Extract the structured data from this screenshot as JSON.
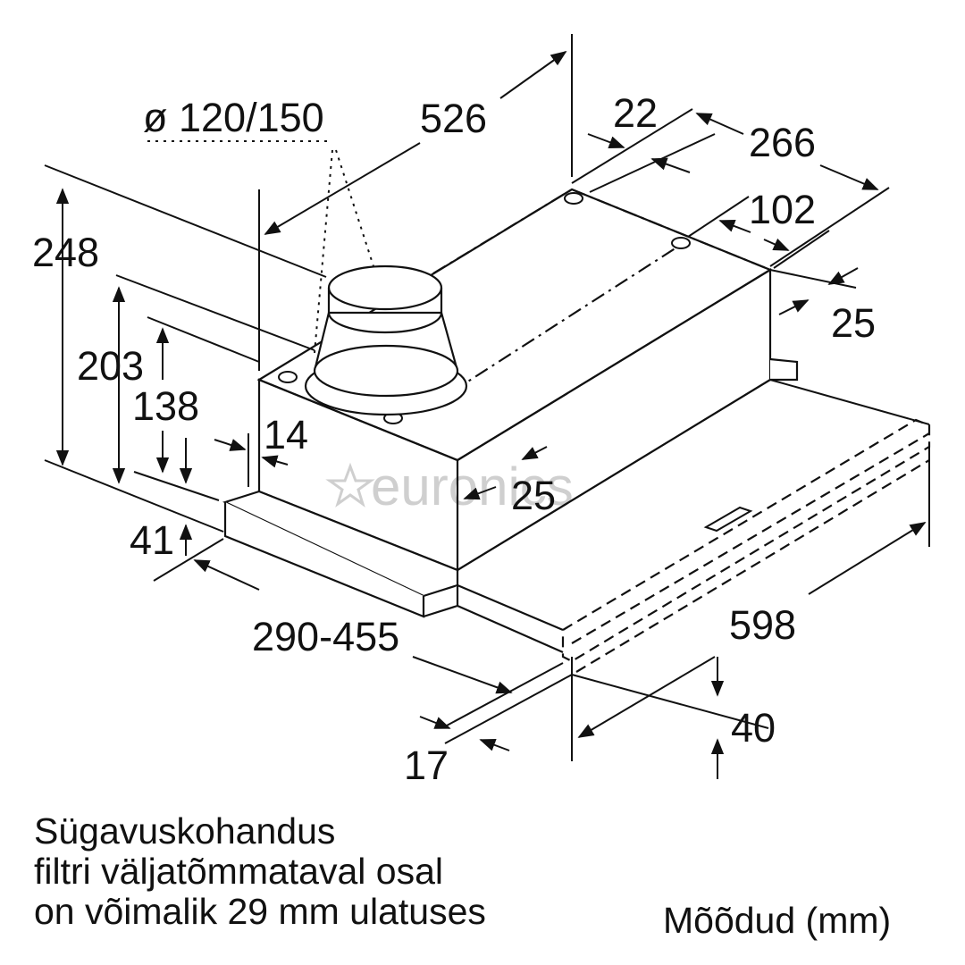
{
  "watermark": "euronics",
  "dimensions": {
    "duct_diameter": "ø 120/150",
    "length_top": "526",
    "offset_22": "22",
    "depth_266": "266",
    "offset_102": "102",
    "offset_25_right": "25",
    "height_248": "248",
    "height_203": "203",
    "height_138": "138",
    "offset_14": "14",
    "offset_25_front": "25",
    "height_41": "41",
    "depth_range": "290-455",
    "width_598": "598",
    "height_40": "40",
    "offset_17": "17"
  },
  "caption": {
    "line1": "Sügavuskohandus",
    "line2": "filtri väljatõmmataval osal",
    "line3": "on võimalik 29 mm ulatuses",
    "units": "Mõõdud (mm)"
  },
  "colors": {
    "ink": "#111111",
    "watermark": "#cfcfcf"
  }
}
